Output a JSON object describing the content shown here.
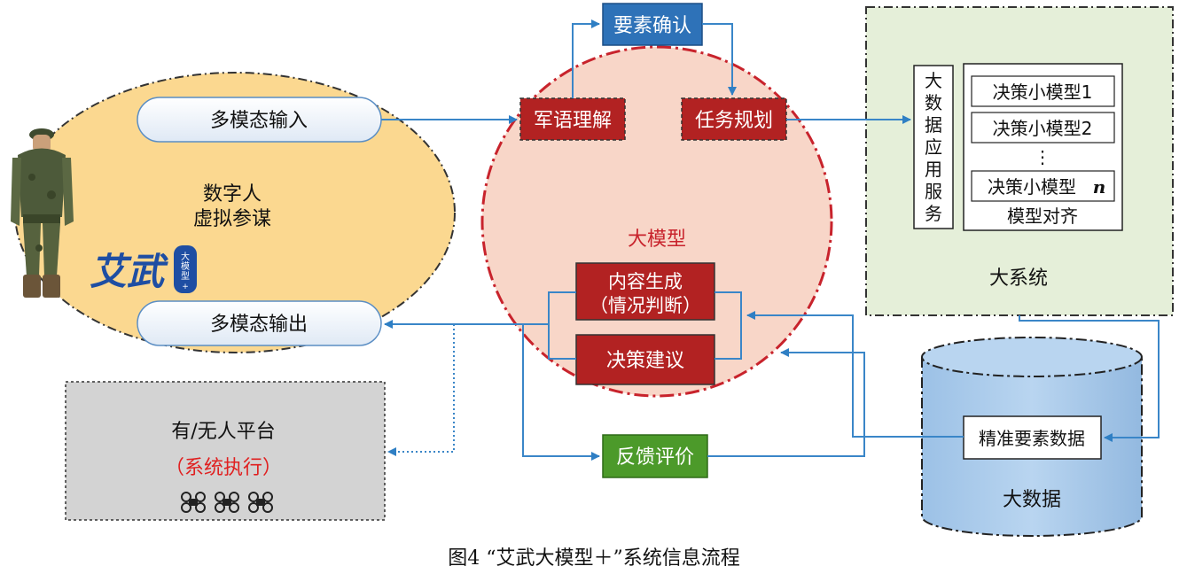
{
  "caption": "图4 “艾武大模型＋”系统信息流程",
  "left_panel": {
    "title_line1": "数字人",
    "title_line2": "虚拟参谋",
    "logo_text": "艾武",
    "badge_text_1": "大",
    "badge_text_2": "模",
    "badge_text_3": "型",
    "badge_text_4": "+",
    "input_label": "多模态输入",
    "output_label": "多模态输出"
  },
  "platform_panel": {
    "title": "有/无人平台",
    "subtitle": "（系统执行）"
  },
  "large_model": {
    "title": "大模型",
    "top_box": "要素确认",
    "left_box": "军语理解",
    "right_box": "任务规划",
    "content_line1": "内容生成",
    "content_line2": "（情况判断）",
    "decision_box": "决策建议",
    "feedback_box": "反馈评价"
  },
  "big_system": {
    "title": "大系统",
    "service_chars": [
      "大",
      "数",
      "据",
      "应",
      "用",
      "服",
      "务"
    ],
    "models": [
      "决策小模型1",
      "决策小模型2",
      "决策小模型"
    ],
    "model_n": "n",
    "vdots": "⋮",
    "model_align": "模型对齐"
  },
  "big_data": {
    "title": "大数据",
    "precise": "精准要素数据"
  },
  "colors": {
    "ellipse_fill": "#fbd890",
    "circle_fill": "#f8d6c8",
    "red_box": "#b22222",
    "blue_box": "#2e72b8",
    "green_box": "#4c9a2a",
    "system_fill": "#e5efd9",
    "gray_fill": "#d3d3d3",
    "cyl_fill": "#a6c8ea",
    "arrow": "#3a86c8"
  }
}
